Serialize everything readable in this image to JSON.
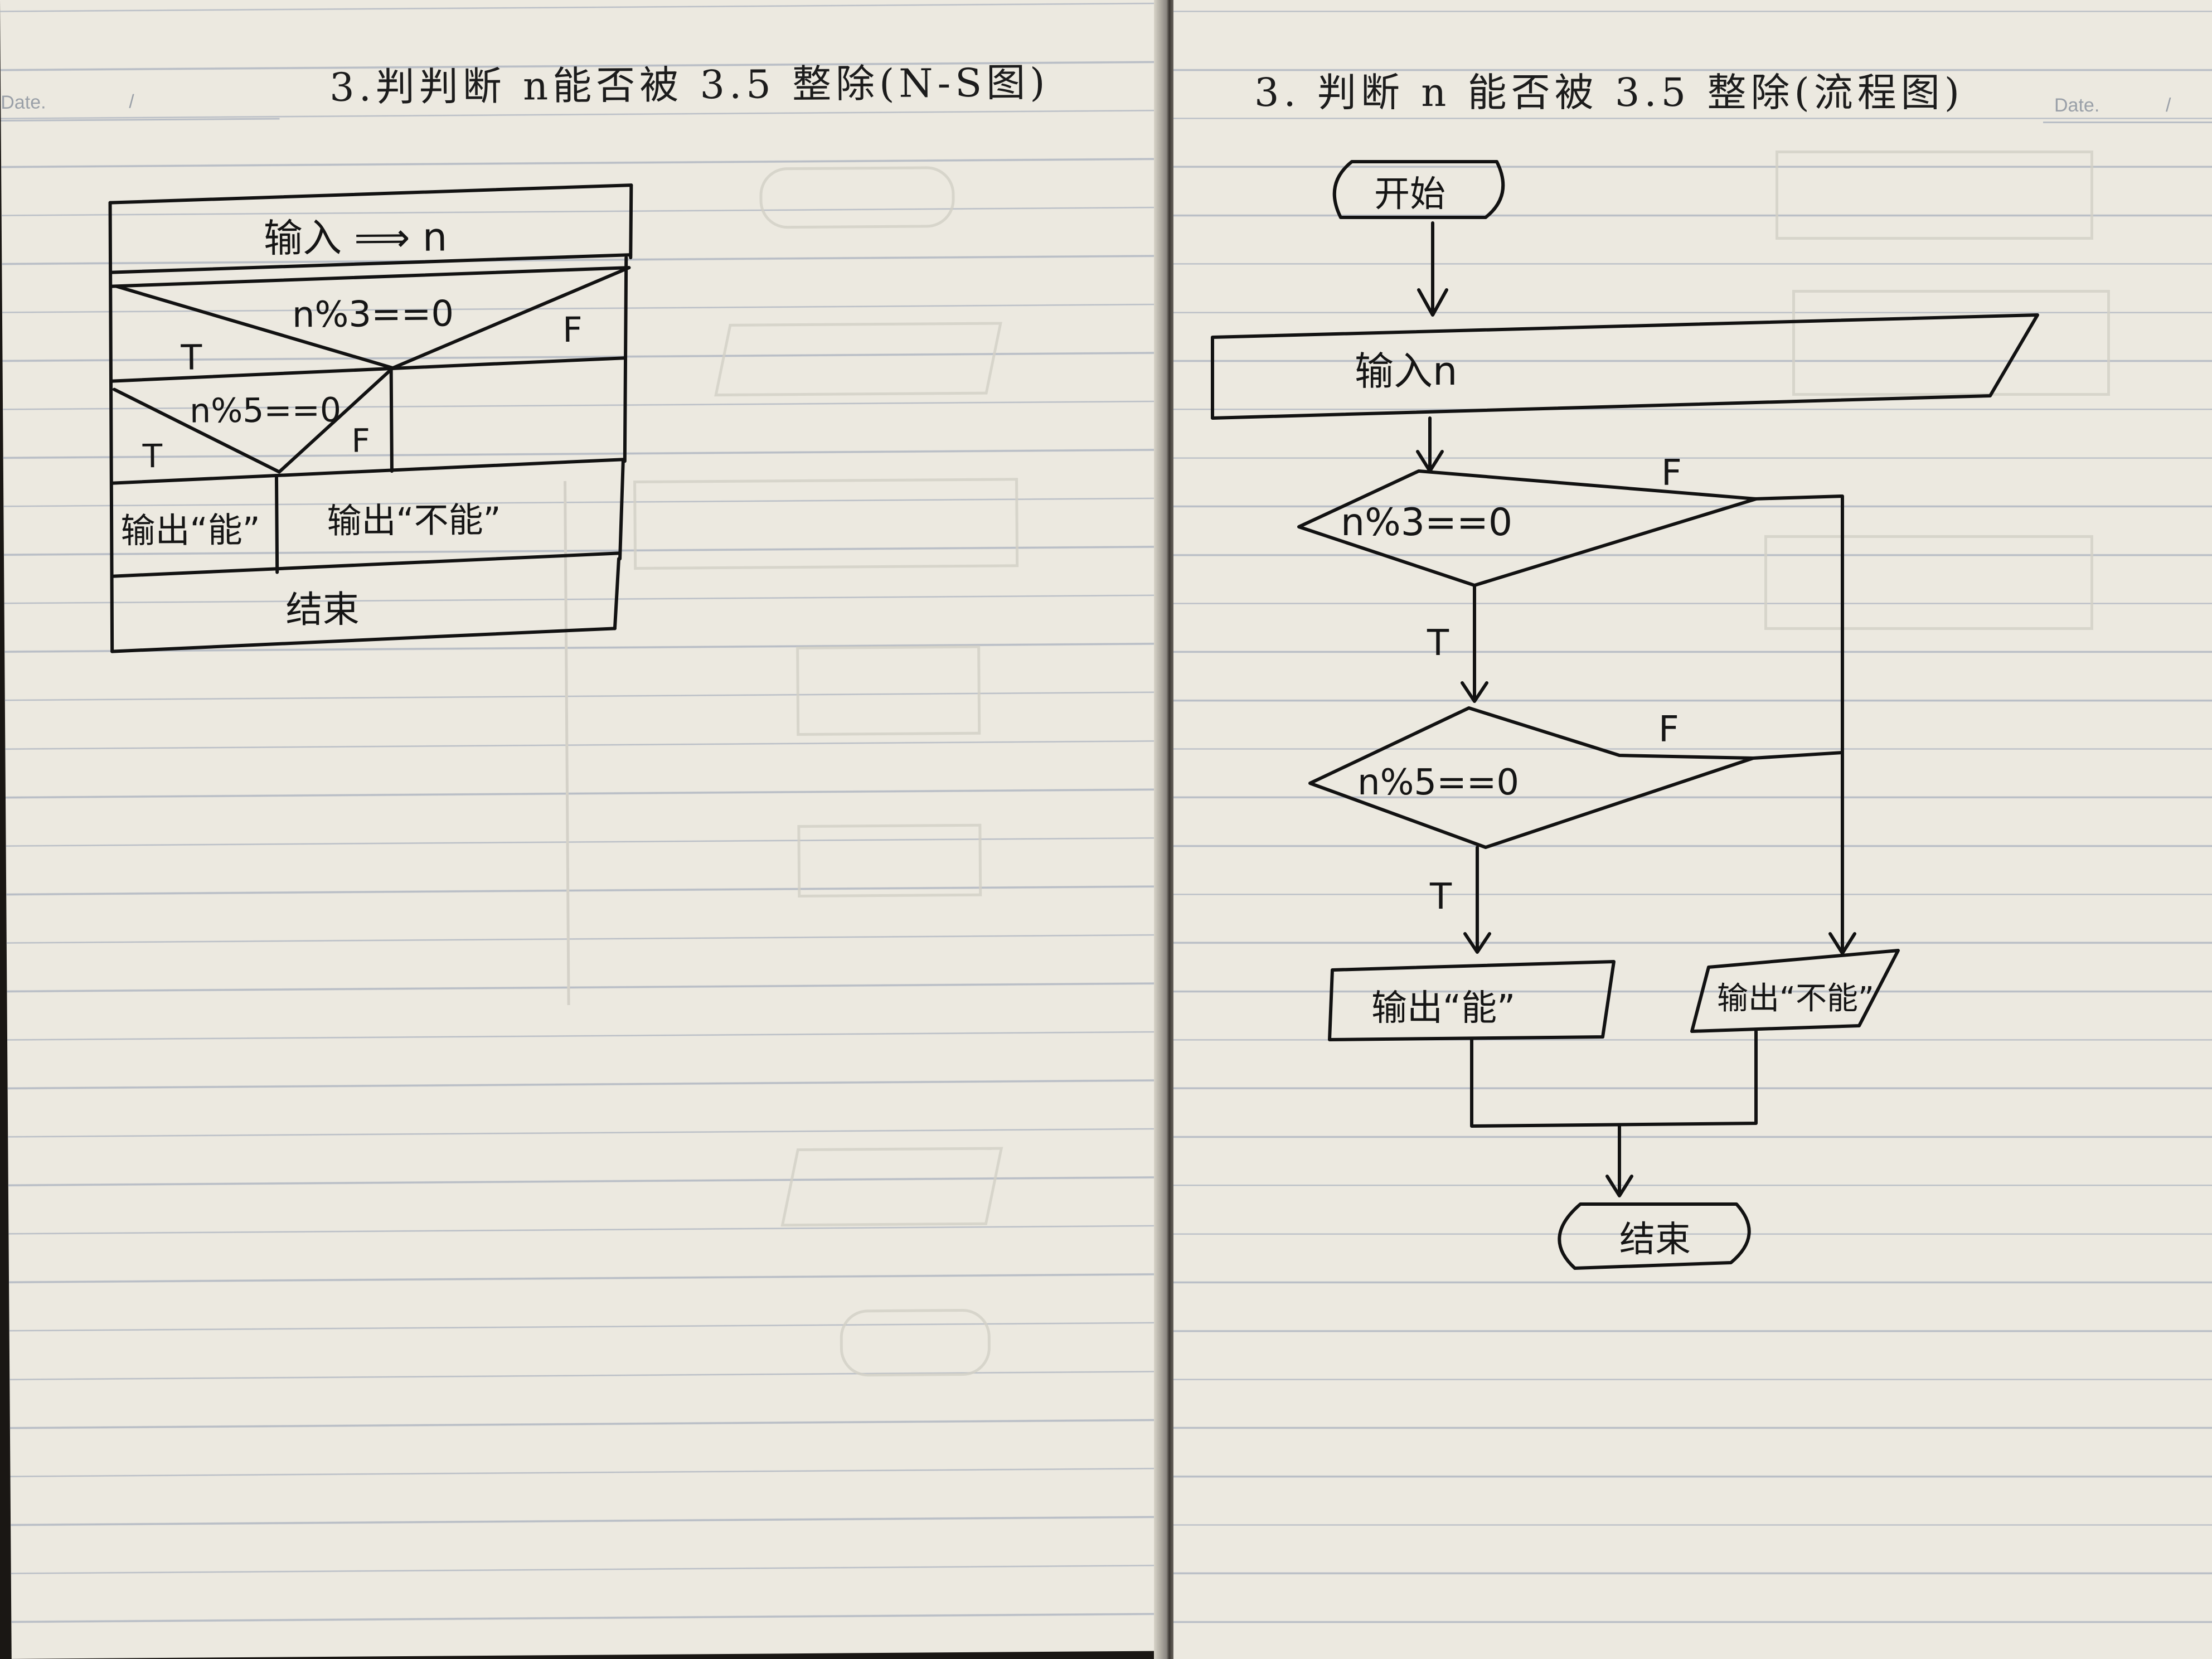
{
  "left_page": {
    "date_label": "Date.",
    "date_slash": "/",
    "title": "3.判判断 n能否被 3.5 整除(N-S图)",
    "ns": {
      "input": "输入 ⟹ n",
      "cond1": "n%3==0",
      "cond2": "n%5==0",
      "t1": "T",
      "f1": "F",
      "t2": "T",
      "f2": "F",
      "out_yes": "输出“能”",
      "out_no": "输出“不能”",
      "end": "结束"
    }
  },
  "right_page": {
    "date_label": "Date.",
    "date_slash": "/",
    "title": "3. 判断 n 能否被 3.5 整除(流程图)",
    "flow": {
      "start": "开始",
      "input": "输入n",
      "cond1": "n%3==0",
      "cond2": "n%5==0",
      "f1": "F",
      "t1": "T",
      "f2": "F",
      "t2": "T",
      "out_yes": "输出“能”",
      "out_no": "输出“不能”",
      "end": "结束"
    }
  }
}
